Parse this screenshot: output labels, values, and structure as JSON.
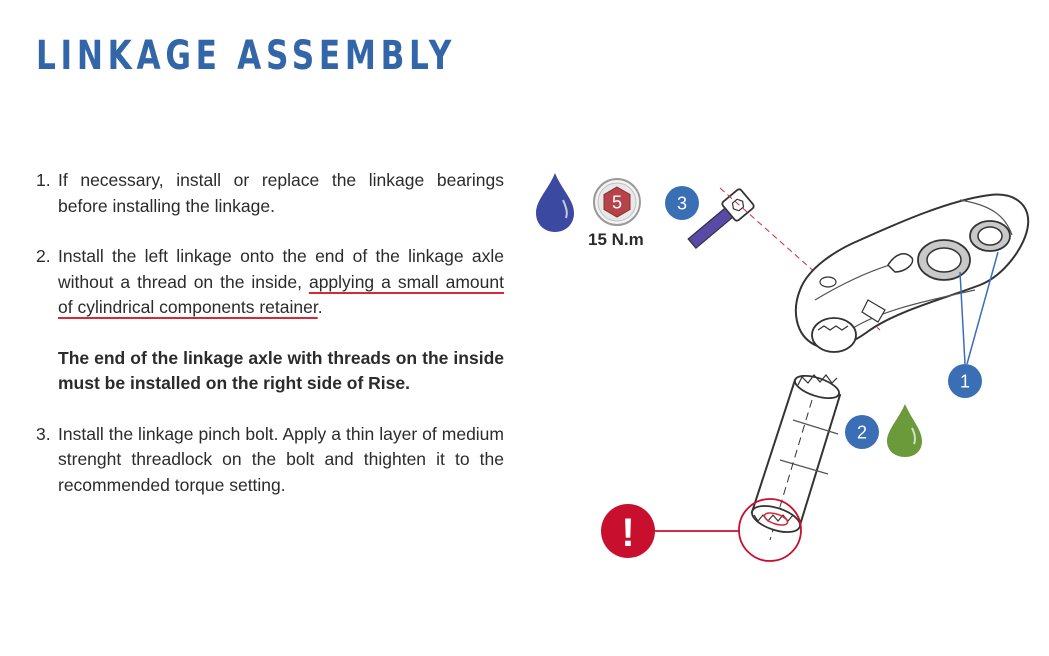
{
  "title": "LINKAGE ASSEMBLY",
  "steps": [
    {
      "number": "1.",
      "text": "If necessary, install or replace the linkage bearings before installing the linkage."
    },
    {
      "number": "2.",
      "text_before": "Install the left linkage onto the end of the linkage axle without a thread on the inside, ",
      "text_underlined": "applying a small amount of cylindrical components retainer",
      "text_after": "."
    },
    {
      "number": "3.",
      "text": "Install the linkage pinch bolt. Apply a thin layer of medium strenght threadlock on the bolt and thighten it to the recommended torque setting."
    }
  ],
  "note": "The end of the linkage axle with threads on the inside must be installed on the right side of Rise.",
  "figure": {
    "hex_key_size": "5",
    "torque": "15 N.m",
    "callouts": [
      "1",
      "2",
      "3"
    ],
    "warning_symbol": "!",
    "icons": {
      "blue_drop": "blue-threadlock-drop-icon",
      "green_drop": "green-retainer-drop-icon",
      "hex_key": "hex-key-icon",
      "warning": "warning-icon"
    },
    "colors": {
      "title": "#3366a8",
      "callout": "#3a6fb5",
      "warning": "#c8102e",
      "blue_drop": "#3b4aa0",
      "green_drop": "#6a9a3a",
      "hex": "#b5434a",
      "underline": "#d42a36"
    }
  }
}
